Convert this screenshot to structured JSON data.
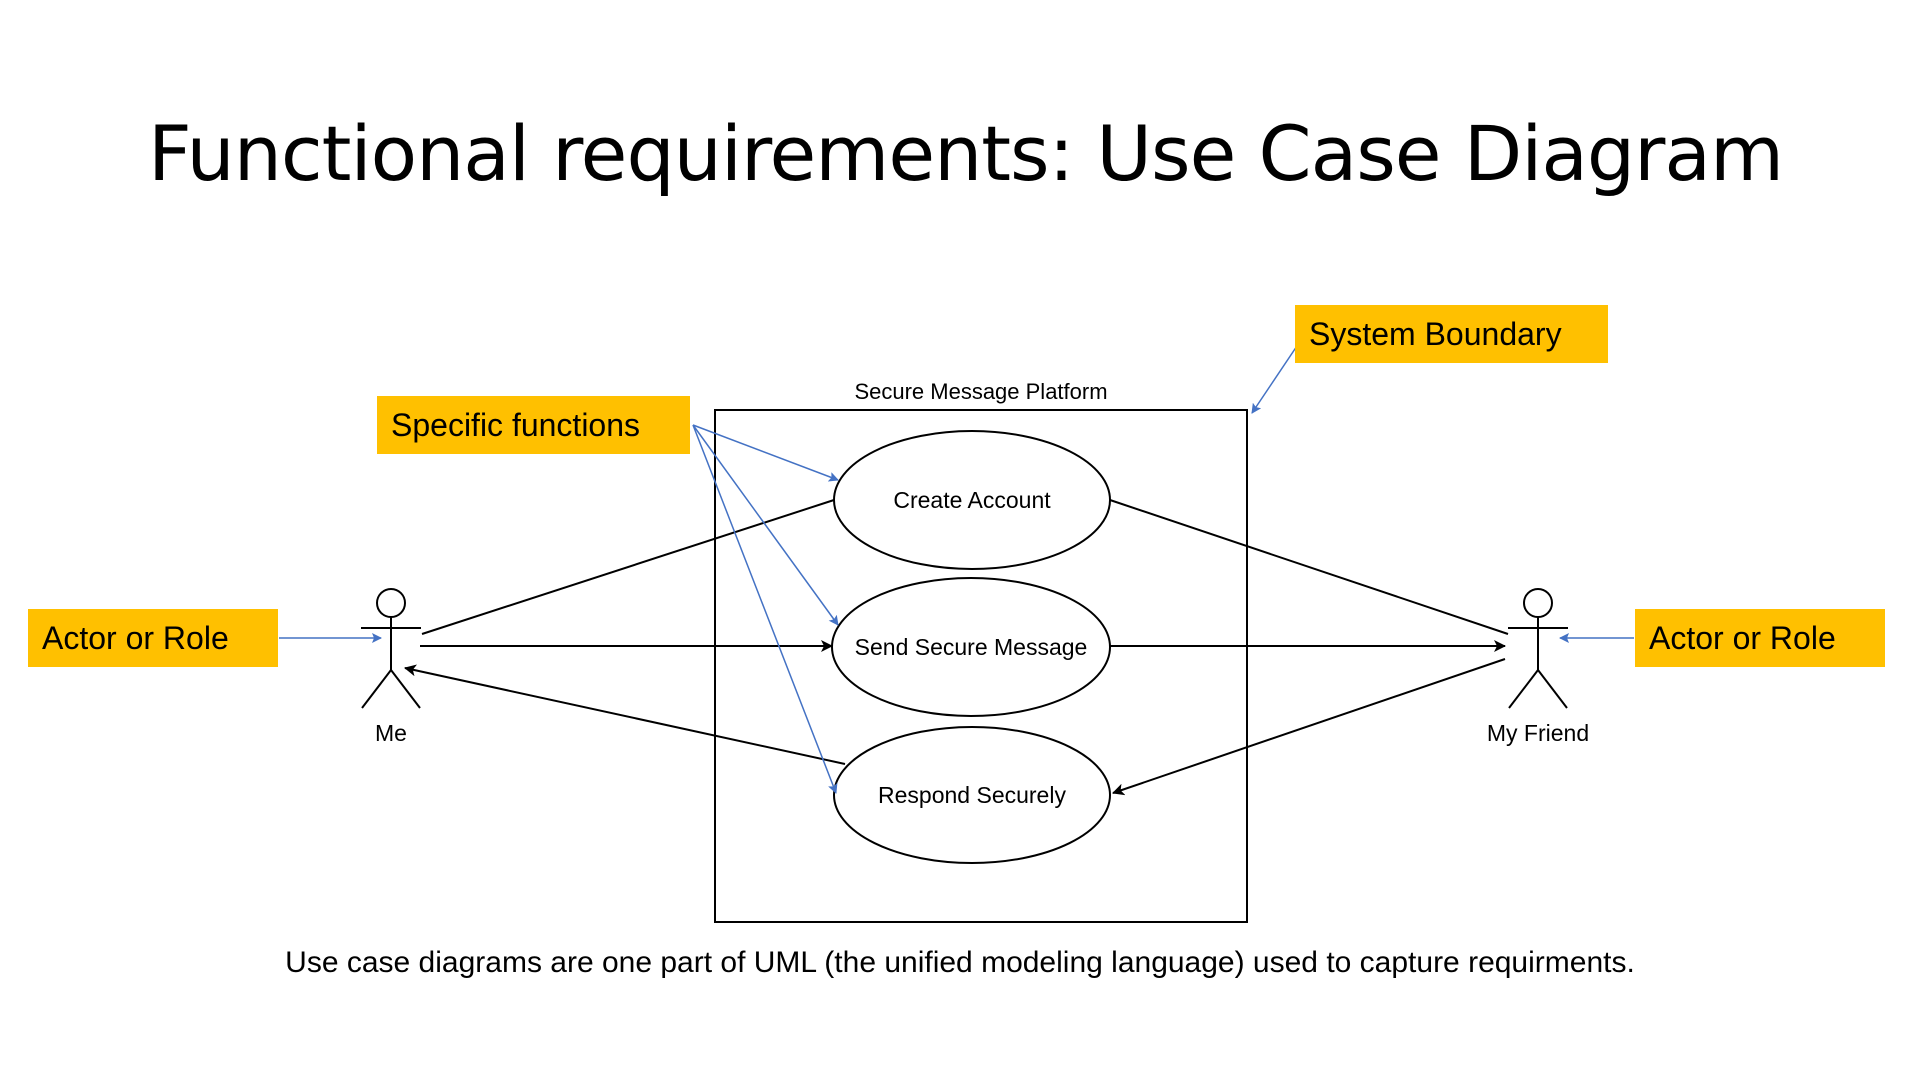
{
  "slide": {
    "title": "Functional requirements: Use Case Diagram",
    "caption": "Use case diagrams are one part of UML (the unified modeling language) used to capture requirments."
  },
  "diagram": {
    "system_name": "Secure Message Platform",
    "use_cases": [
      {
        "id": "create",
        "label": "Create Account"
      },
      {
        "id": "send",
        "label": "Send Secure Message"
      },
      {
        "id": "respond",
        "label": "Respond Securely"
      }
    ],
    "actors": [
      {
        "id": "me",
        "label": "Me"
      },
      {
        "id": "friend",
        "label": "My Friend"
      }
    ]
  },
  "callouts": {
    "system_boundary": "System Boundary",
    "specific_functions": "Specific functions",
    "actor_left": "Actor or Role",
    "actor_right": "Actor or Role"
  },
  "colors": {
    "callout_fill": "#FFC000",
    "annotation_arrow": "#4472C4",
    "diagram_line": "#000000"
  }
}
